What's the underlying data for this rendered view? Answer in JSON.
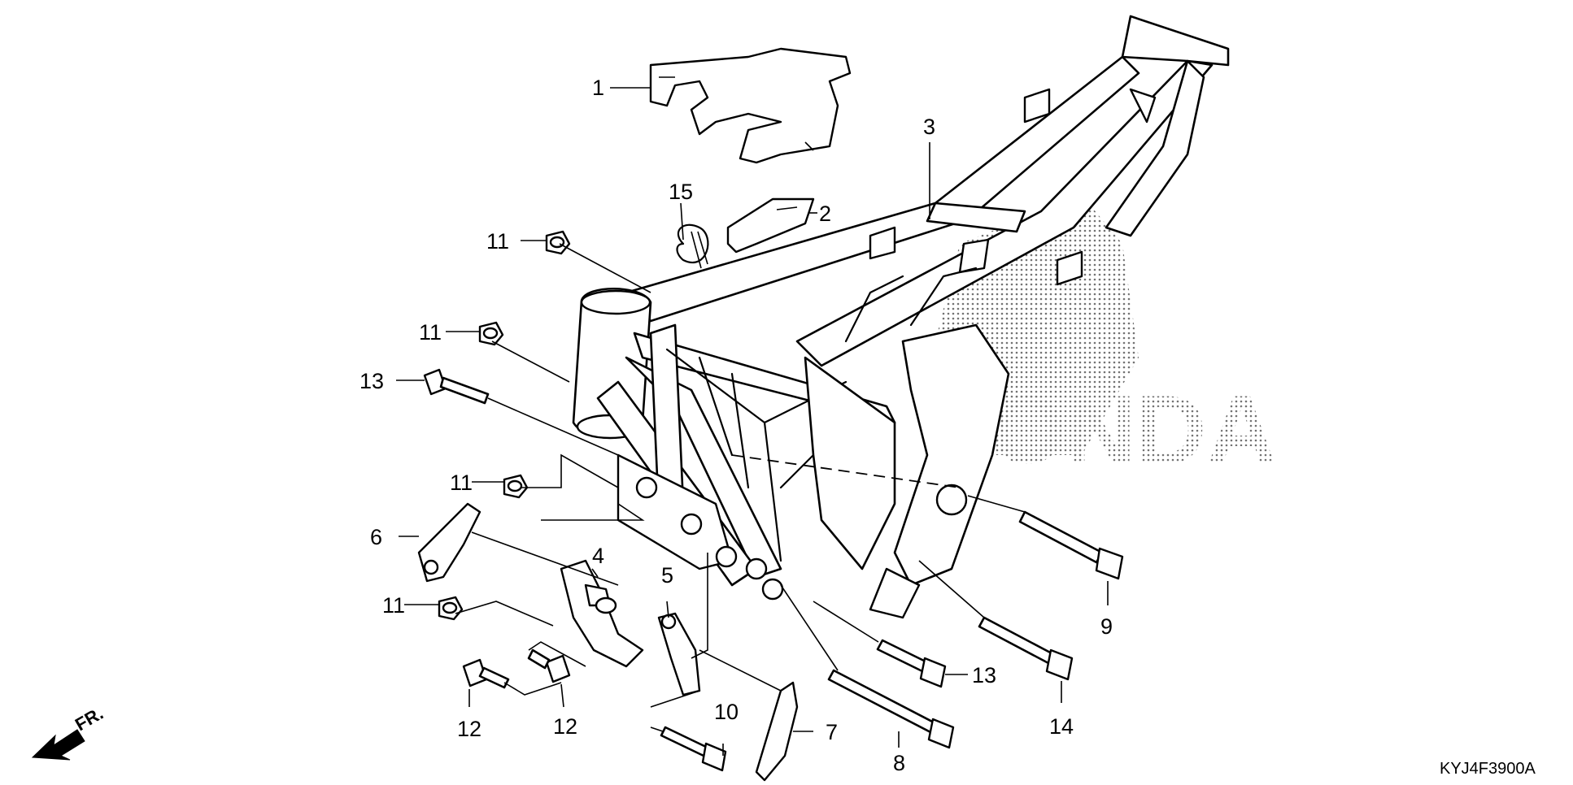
{
  "diagram": {
    "type": "exploded-parts-diagram",
    "part_code": "KYJ4F3900A",
    "direction_label": "FR.",
    "watermark_text": "HONDA",
    "callouts": [
      {
        "id": "callout-1",
        "text": "1"
      },
      {
        "id": "callout-2",
        "text": "2"
      },
      {
        "id": "callout-3",
        "text": "3"
      },
      {
        "id": "callout-4",
        "text": "4"
      },
      {
        "id": "callout-5",
        "text": "5"
      },
      {
        "id": "callout-6",
        "text": "6"
      },
      {
        "id": "callout-7",
        "text": "7"
      },
      {
        "id": "callout-8",
        "text": "8"
      },
      {
        "id": "callout-9",
        "text": "9"
      },
      {
        "id": "callout-10",
        "text": "10"
      },
      {
        "id": "callout-11a",
        "text": "11"
      },
      {
        "id": "callout-11b",
        "text": "11"
      },
      {
        "id": "callout-11c",
        "text": "11"
      },
      {
        "id": "callout-11d",
        "text": "11"
      },
      {
        "id": "callout-12a",
        "text": "12"
      },
      {
        "id": "callout-12b",
        "text": "12"
      },
      {
        "id": "callout-13a",
        "text": "13"
      },
      {
        "id": "callout-13b",
        "text": "13"
      },
      {
        "id": "callout-14",
        "text": "14"
      },
      {
        "id": "callout-15",
        "text": "15"
      }
    ]
  }
}
